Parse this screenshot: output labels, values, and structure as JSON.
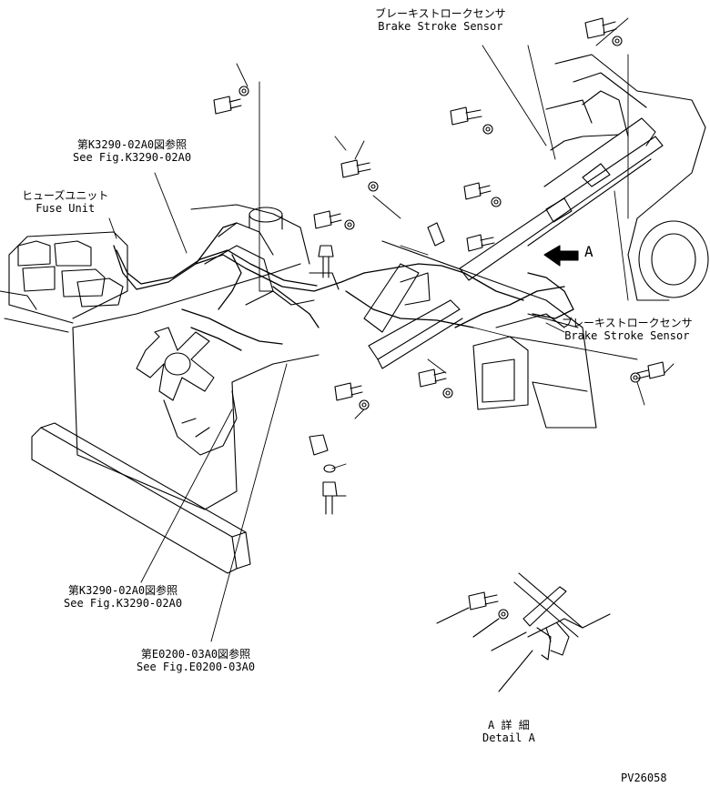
{
  "labels": {
    "brake_sensor_top": {
      "jp": "ブレーキストロークセンサ",
      "en": "Brake Stroke Sensor"
    },
    "brake_sensor_right": {
      "jp": "ブレーキストロークセンサ",
      "en": "Brake Stroke Sensor"
    },
    "ref_k3290_top": {
      "jp": "第K3290-02A0図参照",
      "en": "See Fig.K3290-02A0"
    },
    "fuse_unit": {
      "jp": "ヒューズユニット",
      "en": "Fuse Unit"
    },
    "ref_k3290_bottom": {
      "jp": "第K3290-02A0図参照",
      "en": "See Fig.K3290-02A0"
    },
    "ref_e0200": {
      "jp": "第E0200-03A0図参照",
      "en": "See Fig.E0200-03A0"
    },
    "detail_a": {
      "jp": "A 詳 細",
      "en": "Detail A"
    },
    "view_marker": "A",
    "drawing_number": "PV26058"
  }
}
